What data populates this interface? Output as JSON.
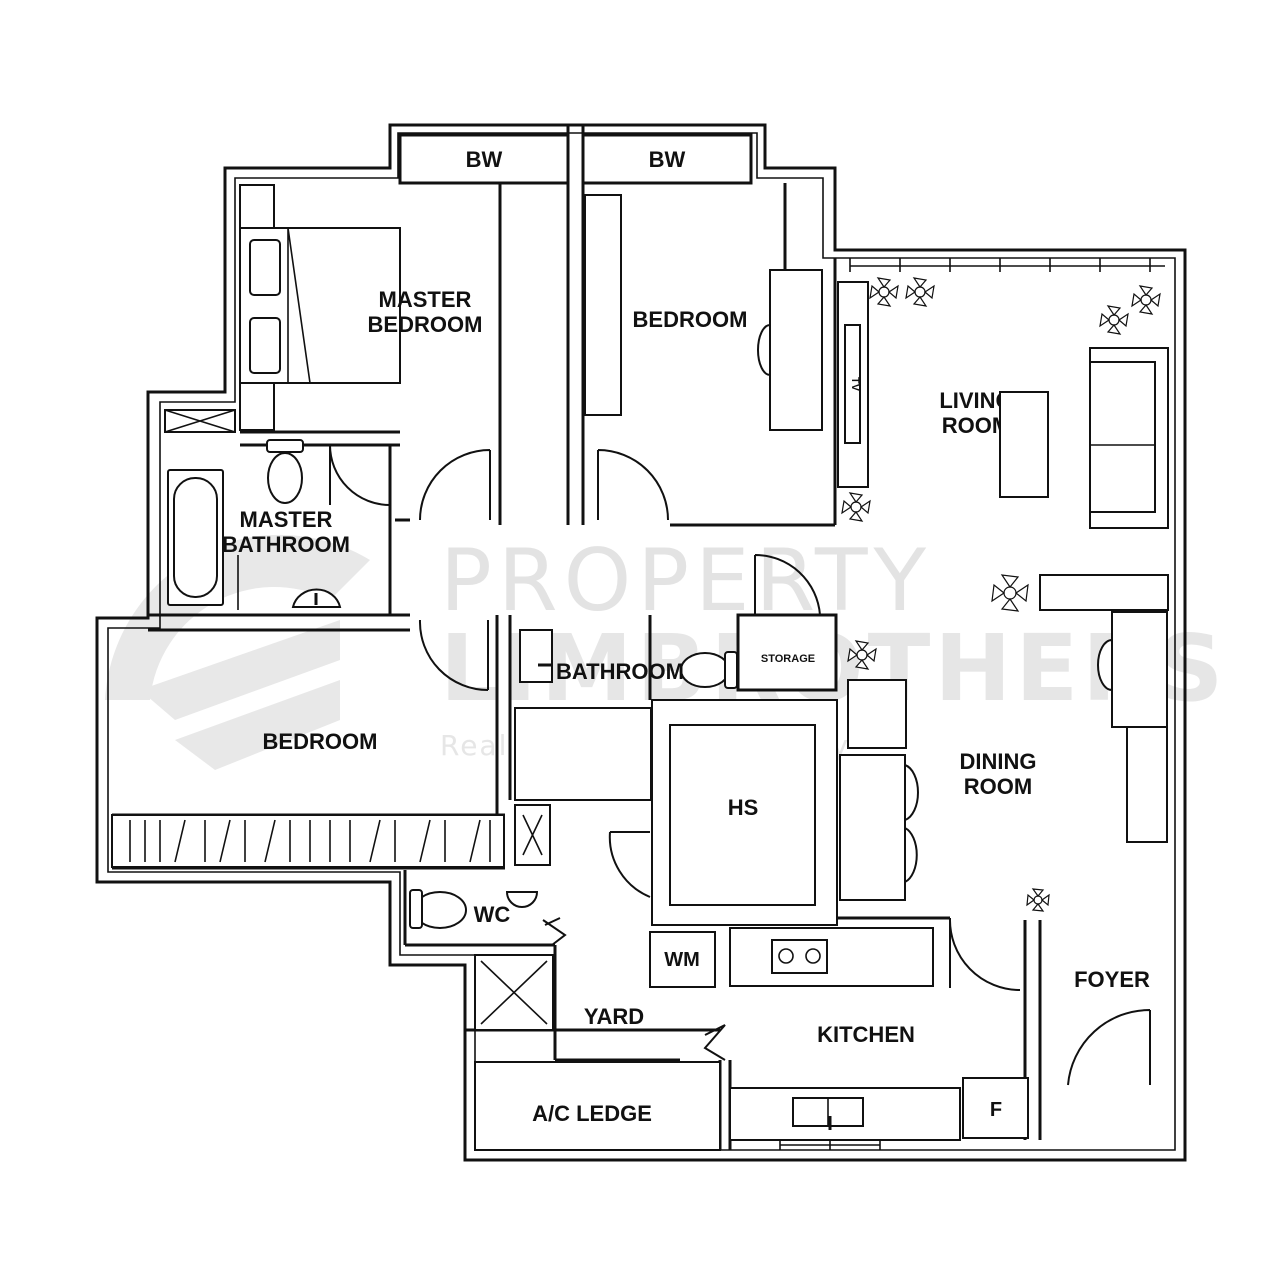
{
  "watermark": {
    "brand_top": "PROPERTY",
    "brand_bottom": "LIMBROTHERS",
    "tagline": "Real Estate With Integrity"
  },
  "rooms": {
    "bw_left": "BW",
    "bw_right": "BW",
    "master_bedroom_line1": "MASTER",
    "master_bedroom_line2": "BEDROOM",
    "bedroom_top": "BEDROOM",
    "living_room_line1": "LIVING",
    "living_room_line2": "ROOM",
    "tv": "TV",
    "master_bathroom_line1": "MASTER",
    "master_bathroom_line2": "BATHROOM",
    "bathroom": "BATHROOM",
    "storage": "STORAGE",
    "bedroom_left": "BEDROOM",
    "dining_room_line1": "DINING",
    "dining_room_line2": "ROOM",
    "hs": "HS",
    "wc": "WC",
    "wm": "WM",
    "yard": "YARD",
    "kitchen": "KITCHEN",
    "foyer": "FOYER",
    "ac_ledge": "A/C LEDGE",
    "fridge": "F"
  }
}
